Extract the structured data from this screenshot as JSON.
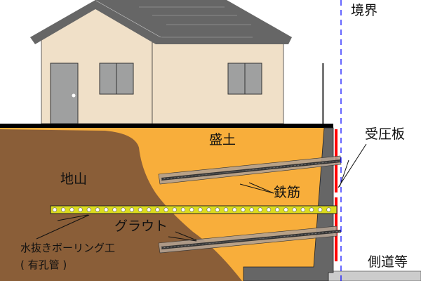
{
  "labels": {
    "boundary": "境界",
    "pressure_plate": "受圧板",
    "fill": "盛土",
    "natural_ground": "地山",
    "rebar": "鉄筋",
    "grout": "グラウト",
    "drain_boring": "水抜きボーリング工",
    "perforated_pipe": "( 有孔管 )",
    "side_road": "側道等"
  },
  "colors": {
    "fill_soil": "#F8AE3B",
    "natural_ground": "#8A5E38",
    "wall": "#666666",
    "plate": "#FF0000",
    "boundary_line": "#0000FF",
    "drain_pipe": "#DCDC1E",
    "house_wall": "#F0E0C8",
    "roof": "#666666"
  }
}
